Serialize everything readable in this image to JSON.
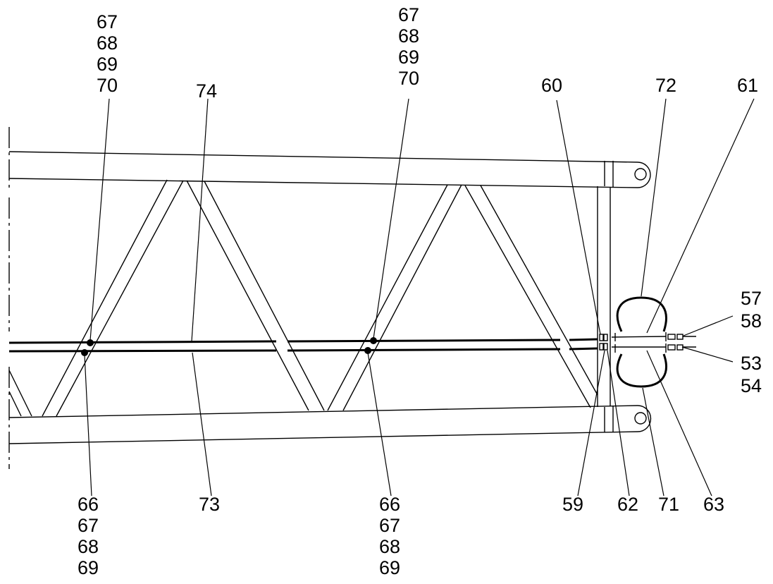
{
  "labels": {
    "top_left_stack": [
      "67",
      "68",
      "69",
      "70"
    ],
    "top_mid_stack": [
      "67",
      "68",
      "69",
      "70"
    ],
    "l74": "74",
    "l60": "60",
    "l72": "72",
    "l61": "61",
    "l57": "57",
    "l58": "58",
    "l53": "53",
    "l54": "54",
    "bottom_left_stack": [
      "66",
      "67",
      "68",
      "69"
    ],
    "l73": "73",
    "bottom_mid_stack": [
      "66",
      "67",
      "68",
      "69"
    ],
    "l59": "59",
    "l62": "62",
    "l71": "71",
    "l63": "63"
  }
}
